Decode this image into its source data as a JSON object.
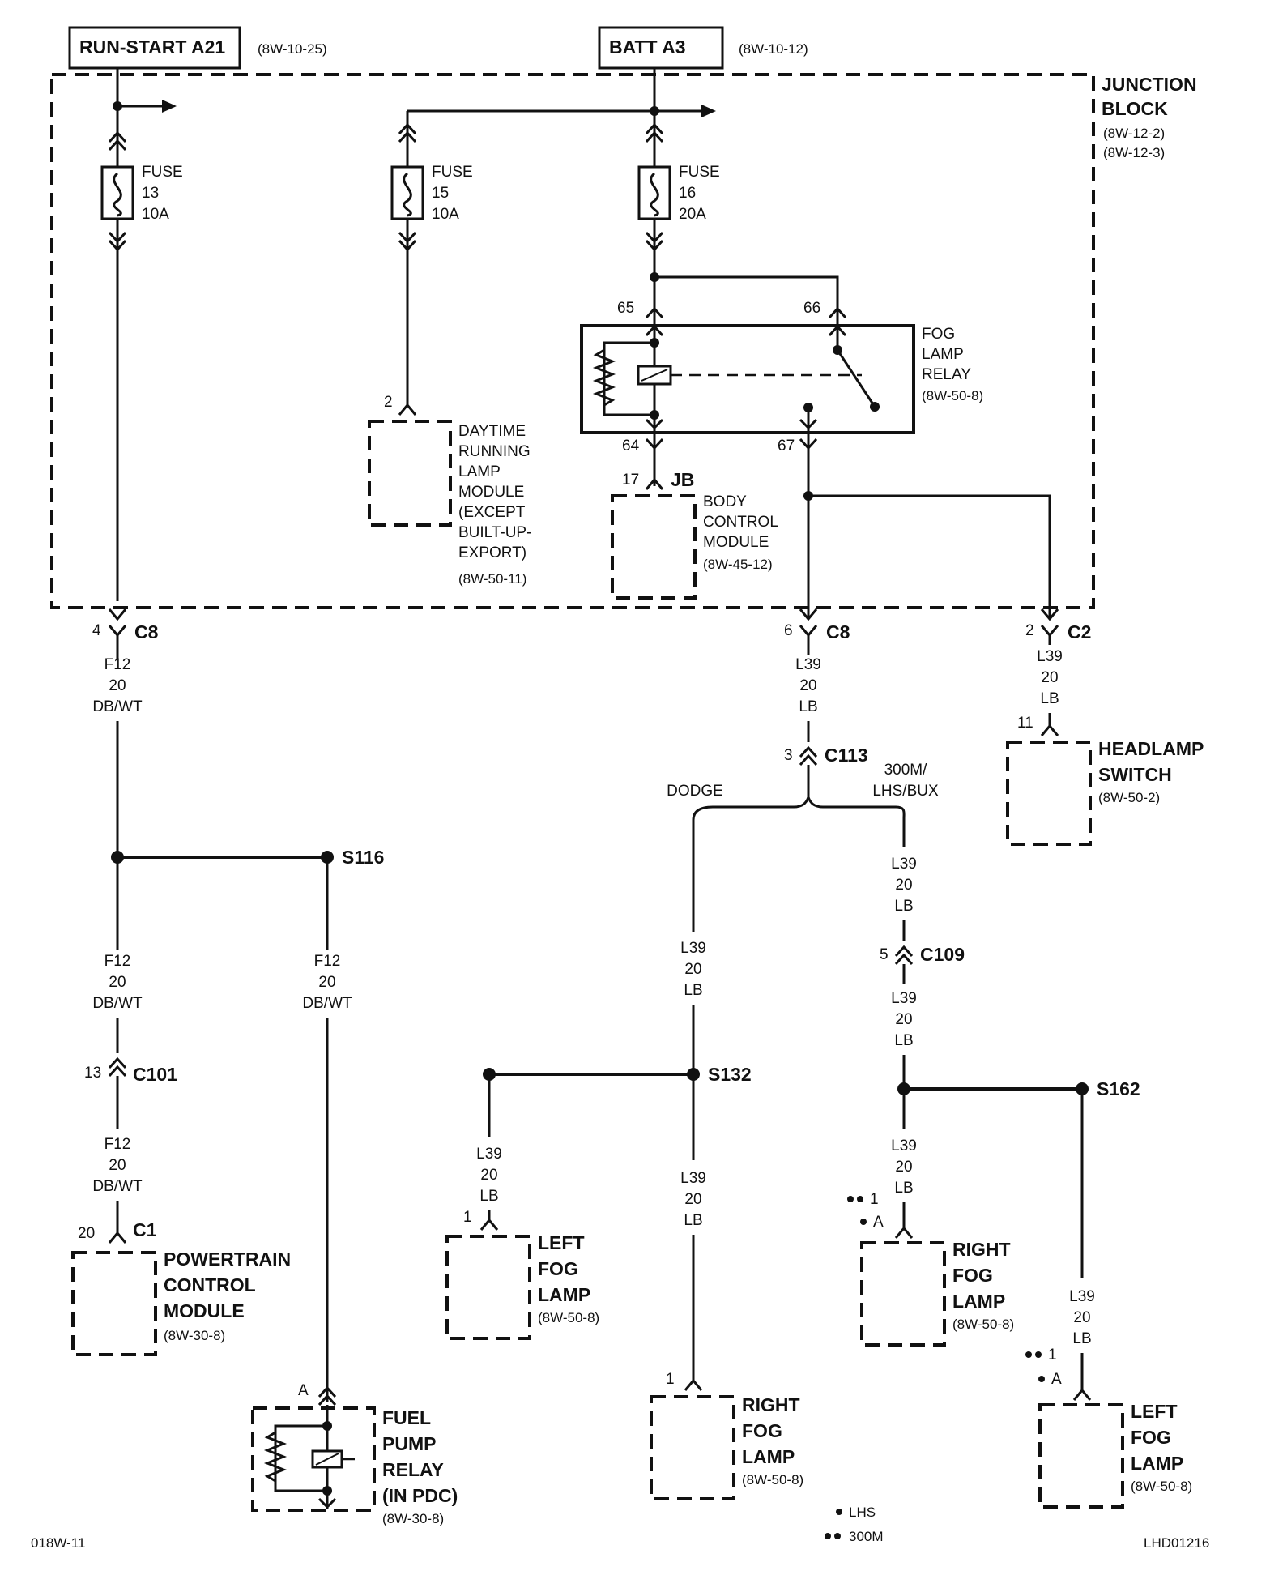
{
  "sources": {
    "run_start": {
      "label": "RUN-START A21",
      "ref": "(8W-10-25)"
    },
    "batt": {
      "label": "BATT A3",
      "ref": "(8W-10-12)"
    }
  },
  "junction_block": {
    "title_1": "JUNCTION",
    "title_2": "BLOCK",
    "ref_1": "(8W-12-2)",
    "ref_2": "(8W-12-3)"
  },
  "fuses": [
    {
      "l1": "FUSE",
      "l2": "13",
      "l3": "10A"
    },
    {
      "l1": "FUSE",
      "l2": "15",
      "l3": "10A"
    },
    {
      "l1": "FUSE",
      "l2": "16",
      "l3": "20A"
    }
  ],
  "fog_relay": {
    "l1": "FOG",
    "l2": "LAMP",
    "l3": "RELAY",
    "ref": "(8W-50-8)",
    "pins": [
      "65",
      "66",
      "64",
      "67"
    ]
  },
  "drl": {
    "pin": "2",
    "lines": [
      "DAYTIME",
      "RUNNING",
      "LAMP",
      "MODULE",
      "(EXCEPT",
      "BUILT-UP-",
      "EXPORT)"
    ],
    "ref": "(8W-50-11)"
  },
  "bcm": {
    "pin": "17",
    "jb": "JB",
    "l1": "BODY",
    "l2": "CONTROL",
    "l3": "MODULE",
    "ref": "(8W-45-12)"
  },
  "connectors": {
    "c8_left": {
      "pin": "4",
      "name": "C8"
    },
    "c8_right": {
      "pin": "6",
      "name": "C8"
    },
    "c2": {
      "pin": "2",
      "name": "C2"
    },
    "c113": {
      "pin": "3",
      "name": "C113"
    },
    "c109": {
      "pin": "5",
      "name": "C109"
    },
    "c101": {
      "pin": "13",
      "name": "C101"
    },
    "c1": {
      "pin": "20",
      "name": "C1"
    }
  },
  "wires": {
    "f12": {
      "circuit": "F12",
      "gauge": "20",
      "color": "DB/WT"
    },
    "l39": {
      "circuit": "L39",
      "gauge": "20",
      "color": "LB"
    }
  },
  "splices": {
    "s116": "S116",
    "s132": "S132",
    "s162": "S162"
  },
  "branches": {
    "dodge": "DODGE",
    "other_1": "300M/",
    "other_2": "LHS/BUX"
  },
  "headlamp_switch": {
    "pin": "11",
    "l1": "HEADLAMP",
    "l2": "SWITCH",
    "ref": "(8W-50-2)"
  },
  "pcm": {
    "l1": "POWERTRAIN",
    "l2": "CONTROL",
    "l3": "MODULE",
    "ref": "(8W-30-8)"
  },
  "fuel_pump_relay": {
    "pin": "A",
    "l1": "FUEL",
    "l2": "PUMP",
    "l3": "RELAY",
    "l4": "(IN PDC)",
    "ref": "(8W-30-8)"
  },
  "left_fog_dodge": {
    "pin": "1",
    "l1": "LEFT",
    "l2": "FOG",
    "l3": "LAMP",
    "ref": "(8W-50-8)"
  },
  "right_fog_dodge": {
    "pin": "1",
    "l1": "RIGHT",
    "l2": "FOG",
    "l3": "LAMP",
    "ref": "(8W-50-8)"
  },
  "right_fog_other": {
    "pin_300m": "1",
    "pin_lhs": "A",
    "l1": "RIGHT",
    "l2": "FOG",
    "l3": "LAMP",
    "ref": "(8W-50-8)"
  },
  "left_fog_other": {
    "pin_300m": "1",
    "pin_lhs": "A",
    "l1": "LEFT",
    "l2": "FOG",
    "l3": "LAMP",
    "ref": "(8W-50-8)"
  },
  "legend": {
    "lhs": "LHS",
    "m300": "300M"
  },
  "footer": {
    "left": "018W-11",
    "right": "LHD01216"
  }
}
